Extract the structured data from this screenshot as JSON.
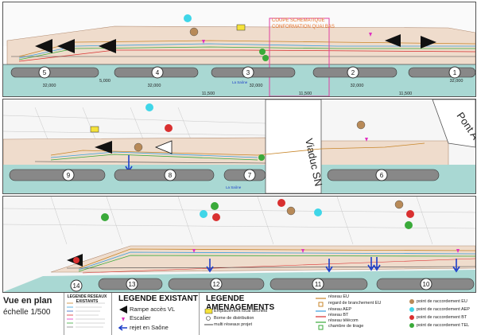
{
  "panel1": {
    "section_title_line1": "COUPE SCHEMATIQUE",
    "section_title_line2": "CONFORMATION QUAI BAS",
    "pontoons": [
      "5",
      "4",
      "3",
      "2",
      "1"
    ],
    "dims": [
      "32,000",
      "5,000",
      "32,000",
      "11,500",
      "32,000",
      "11,500",
      "32,000",
      "11,500",
      "32,000"
    ],
    "river_label": "La Saône"
  },
  "panel2": {
    "pontoons": [
      "9",
      "8",
      "7",
      "6"
    ],
    "viaduct_label": "Viaduc SN",
    "bridge_label": "Pont A",
    "river_label": "La Saône"
  },
  "panel3": {
    "pontoons": [
      "14",
      "13",
      "12",
      "11",
      "10"
    ]
  },
  "title": {
    "line1": "Vue en plan",
    "line2": "échelle 1/500"
  },
  "legend_reseaux": {
    "heading": "LEGENDE RESEAUX EXISTANTS"
  },
  "legend_existant": {
    "heading": "LEGENDE EXISTANT",
    "items": [
      "Rampe accès VL",
      "Escalier",
      "rejet en Saône"
    ]
  },
  "legend_amenagements": {
    "heading": "LEGENDE AMENAGEMENTS",
    "items": [
      "Emplacement local déchets",
      "Borne de distribution",
      "multi réseaux projet"
    ]
  },
  "legend_networks": {
    "items": [
      "réseau EU",
      "regard de branchement EU",
      "réseau AEP",
      "réseau BT",
      "réseau télécom",
      "chambre de tirage"
    ]
  },
  "legend_points": {
    "items": [
      "point de raccordement EU",
      "point de raccordement AEP",
      "point de raccordement BT",
      "point de raccordement TEL"
    ]
  },
  "colors": {
    "water": "#a9d8d3",
    "quay": "#eed8c8",
    "eu": "#c8862a",
    "aep": "#3aa0e0",
    "bt": "#d93030",
    "tel": "#3aaa3a",
    "stair": "#e030c0",
    "outfall": "#1d3fc9",
    "section": "#e040a0"
  }
}
